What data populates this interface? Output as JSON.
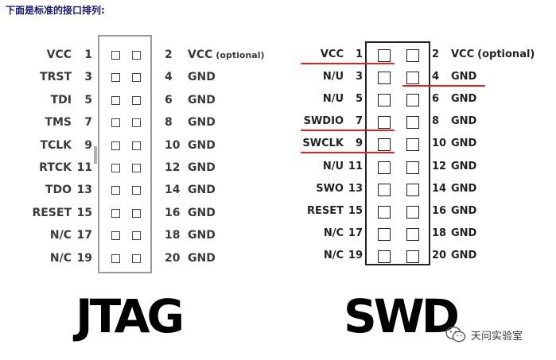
{
  "caption": "下面是标准的接口排列:",
  "jtag": {
    "title": "JTAG",
    "left": [
      {
        "name": "VCC",
        "num": "1"
      },
      {
        "name": "TRST",
        "num": "3"
      },
      {
        "name": "TDI",
        "num": "5"
      },
      {
        "name": "TMS",
        "num": "7"
      },
      {
        "name": "TCLK",
        "num": "9"
      },
      {
        "name": "RTCK",
        "num": "11"
      },
      {
        "name": "TDO",
        "num": "13"
      },
      {
        "name": "RESET",
        "num": "15"
      },
      {
        "name": "N/C",
        "num": "17"
      },
      {
        "name": "N/C",
        "num": "19"
      }
    ],
    "right": [
      {
        "num": "2",
        "name": "VCC",
        "note": "(optional)"
      },
      {
        "num": "4",
        "name": "GND",
        "note": ""
      },
      {
        "num": "6",
        "name": "GND",
        "note": ""
      },
      {
        "num": "8",
        "name": "GND",
        "note": ""
      },
      {
        "num": "10",
        "name": "GND",
        "note": ""
      },
      {
        "num": "12",
        "name": "GND",
        "note": ""
      },
      {
        "num": "14",
        "name": "GND",
        "note": ""
      },
      {
        "num": "16",
        "name": "GND",
        "note": ""
      },
      {
        "num": "18",
        "name": "GND",
        "note": ""
      },
      {
        "num": "20",
        "name": "GND",
        "note": ""
      }
    ]
  },
  "swd": {
    "title": "SWD",
    "left": [
      {
        "name": "VCC",
        "num": "1",
        "highlight": true
      },
      {
        "name": "N/U",
        "num": "3",
        "highlight": false
      },
      {
        "name": "N/U",
        "num": "5",
        "highlight": false
      },
      {
        "name": "SWDIO",
        "num": "7",
        "highlight": true
      },
      {
        "name": "SWCLK",
        "num": "9",
        "highlight": true
      },
      {
        "name": "N/U",
        "num": "11",
        "highlight": false
      },
      {
        "name": "SWO",
        "num": "13",
        "highlight": false
      },
      {
        "name": "RESET",
        "num": "15",
        "highlight": false
      },
      {
        "name": "N/C",
        "num": "17",
        "highlight": false
      },
      {
        "name": "N/C",
        "num": "19",
        "highlight": false
      }
    ],
    "right": [
      {
        "num": "2",
        "name": "VCC",
        "note": "(optional)",
        "highlight": false
      },
      {
        "num": "4",
        "name": "GND",
        "note": "",
        "highlight": true
      },
      {
        "num": "6",
        "name": "GND",
        "note": "",
        "highlight": false
      },
      {
        "num": "8",
        "name": "GND",
        "note": "",
        "highlight": false
      },
      {
        "num": "10",
        "name": "GND",
        "note": "",
        "highlight": false
      },
      {
        "num": "12",
        "name": "GND",
        "note": "",
        "highlight": false
      },
      {
        "num": "14",
        "name": "GND",
        "note": "",
        "highlight": false
      },
      {
        "num": "16",
        "name": "GND",
        "note": "",
        "highlight": false
      },
      {
        "num": "18",
        "name": "GND",
        "note": "",
        "highlight": false
      },
      {
        "num": "20",
        "name": "GND",
        "note": "",
        "highlight": false
      }
    ]
  },
  "watermark": {
    "text": "天问实验室",
    "icon": "wechat-icon"
  },
  "colors": {
    "highlight": "#e02020",
    "caption": "#1a1a6e"
  }
}
